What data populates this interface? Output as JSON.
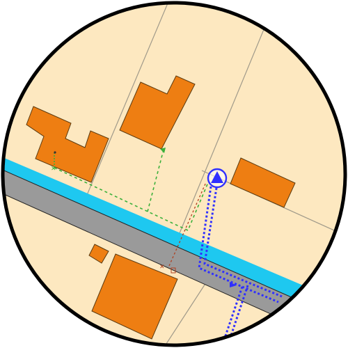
{
  "map": {
    "colors": {
      "background": "#ffffff",
      "land": "#fde8c0",
      "building": "#ee7e12",
      "building_outline": "#5a3a10",
      "parcel_line": "#a09a8a",
      "road": "#9a9a9a",
      "road_outline": "#222222",
      "cycle_lane": "#1ec8f0",
      "route": "#3030ff",
      "connector_green": "#3ab03a",
      "connector_red": "#b04020",
      "frame": "#000000"
    },
    "layers": [
      "parcels",
      "buildings",
      "road",
      "cycle-lane",
      "connectors",
      "route",
      "position-marker"
    ],
    "marker": {
      "icon": "navigation-arrow-icon",
      "color": "#3030ff"
    },
    "buildings_count": 5
  }
}
